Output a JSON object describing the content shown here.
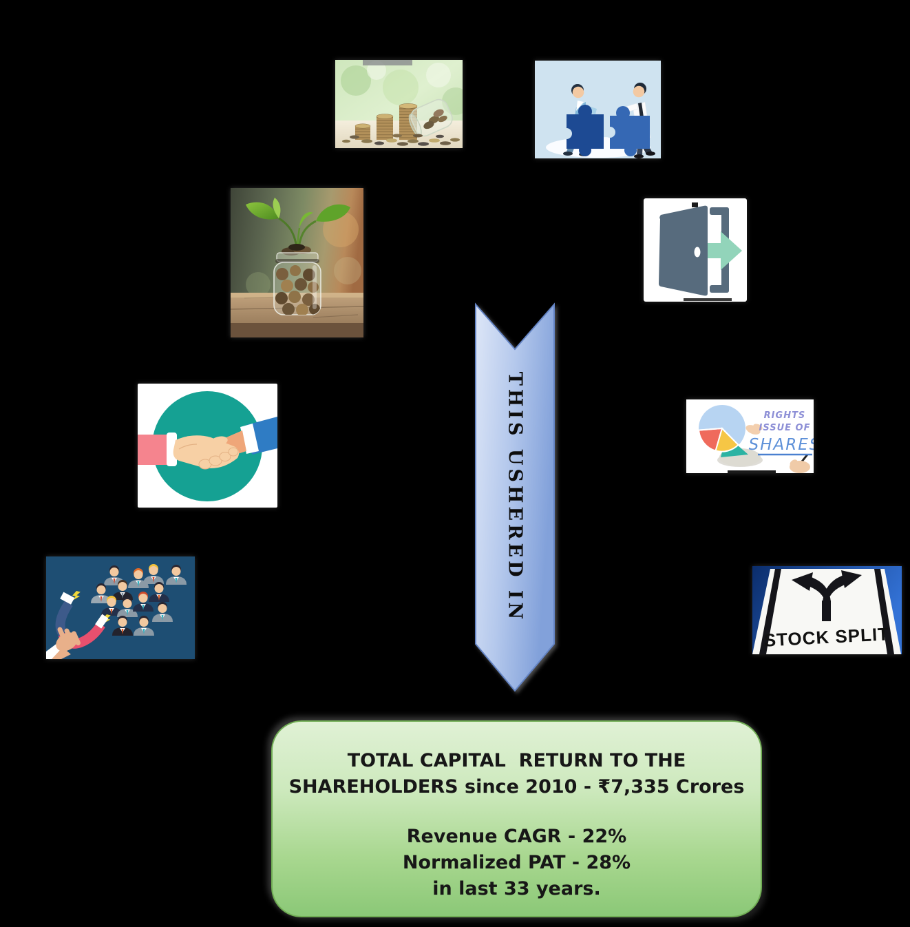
{
  "background_color": "#000000",
  "center_arrow": {
    "label": "THIS USHERED IN",
    "fill_light": "#d7e1f5",
    "fill_dark": "#85a3dc",
    "border_color": "#6484c4"
  },
  "summary_box": {
    "line1": "TOTAL CAPITAL  RETURN TO THE",
    "line2": "SHAREHOLDERS since 2010 - ₹7,335 Crores",
    "line3": "Revenue CAGR - 22%",
    "line4": "Normalized PAT - 28%",
    "line5": "in last 33 years.",
    "bg_top": "#e0f1d5",
    "bg_bottom": "#8bc877",
    "border_color": "#71ad55",
    "text_color": "#171717"
  },
  "illustrations": {
    "coins_savings": {
      "name": "coin-stacks-and-spilled-jar-photo"
    },
    "merger_puzzle": {
      "name": "two-people-joining-puzzle-pieces"
    },
    "growth_jar": {
      "name": "plant-growing-from-coin-jar-photo"
    },
    "exit_door": {
      "name": "open-door-with-exit-arrow-icon",
      "door_color": "#576b7d",
      "arrow_color": "#92d4ba"
    },
    "handshake": {
      "name": "handshake-in-teal-circle",
      "circle_color": "#15a193"
    },
    "rights_issue": {
      "line1": "RIGHTS",
      "line2": "ISSUE OF",
      "line3": "SHARES",
      "text_color": "#8d8fd6",
      "shares_color": "#5d90d8"
    },
    "investor_magnet": {
      "name": "magnet-attracting-people",
      "bg_color": "#1e4e73"
    },
    "stock_split": {
      "label": "STOCK SPLIT"
    }
  }
}
